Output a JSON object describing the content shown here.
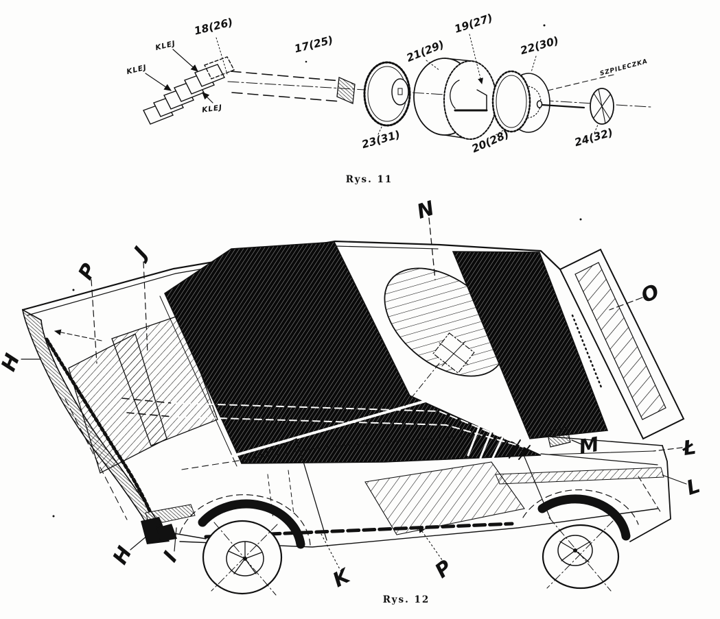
{
  "paper_color": "#fdfdfc",
  "ink_color": "#111111",
  "figure11": {
    "caption": "Rys. 11",
    "labels": {
      "laminated_stack": "18(26)",
      "glue_1": "KLEJ",
      "glue_2": "KLEJ",
      "glue_3": "KLEJ",
      "axle_shaft": "17(25)",
      "tire_cylinder": "21(29)",
      "inner_bracket": "19(27)",
      "knurled_disc_left": "23(31)",
      "knurled_disc_right": "20(28)",
      "outer_disc": "22(30)",
      "pin": "SZPILECZKA",
      "hub_cap": "24(32)"
    }
  },
  "figure12": {
    "caption": "Rys. 12",
    "labels": {
      "front_edge_top": "H",
      "hood_intake_left": "P",
      "hood_intake_right": "J",
      "spare_wheel_cover": "N",
      "rear_hatch": "O",
      "fuel_filler": "M",
      "side_trim_upper": "Ł",
      "side_trim_lower": "L",
      "front_bumper": "H",
      "front_lamp": "I",
      "sill": "K",
      "door_panel": "P"
    }
  }
}
